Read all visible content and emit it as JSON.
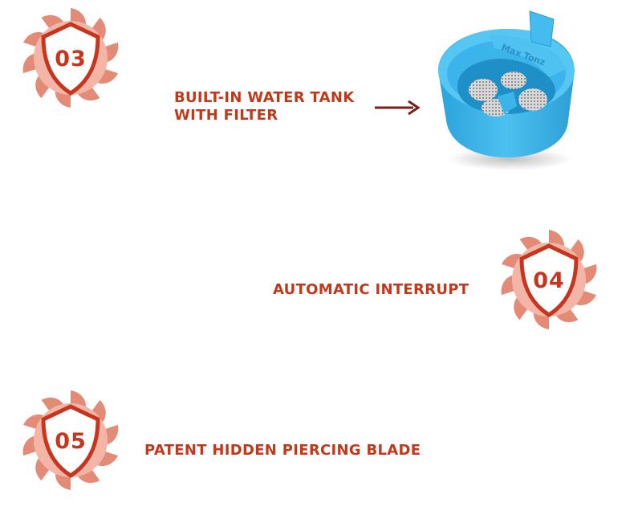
{
  "features": [
    {
      "number": "03",
      "text_line1": "BUILT-IN WATER TANK",
      "text_line2": "WITH FILTER"
    },
    {
      "number": "04",
      "text_line1": "AUTOMATIC INTERRUPT"
    },
    {
      "number": "05",
      "text_line1": "PATENT HIDDEN PIERCING BLADE"
    }
  ],
  "product_image": {
    "embossed_text": "Max Tonz",
    "color": "#3ab4ea"
  },
  "colors": {
    "accent_text": "#c0391b",
    "badge_petal": "#e2836f",
    "badge_shield": "#c8351f",
    "arrow": "#7a1f1a"
  }
}
